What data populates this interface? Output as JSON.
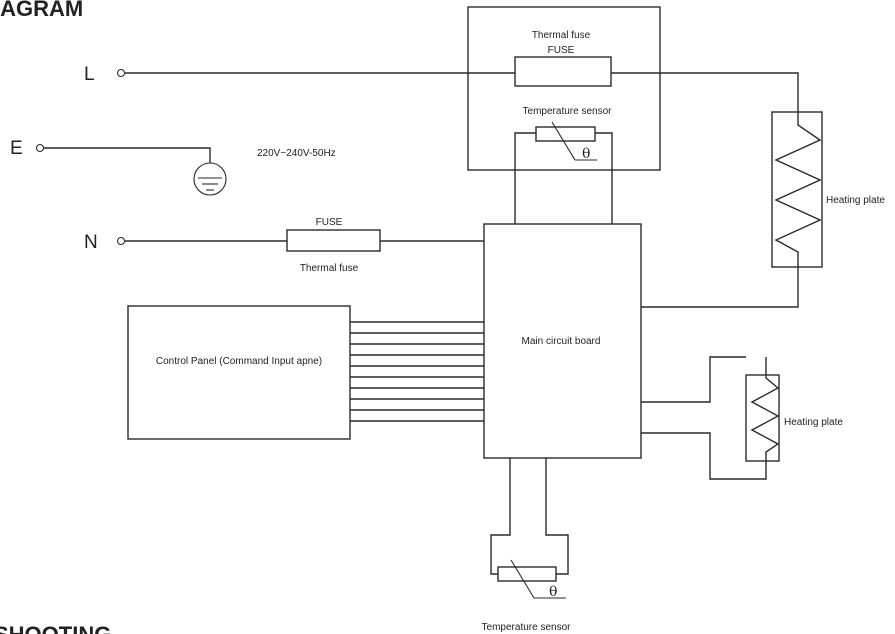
{
  "headings": {
    "top": "IAGRAM",
    "bottom": "SHOOTING"
  },
  "terminals": {
    "live": "L",
    "earth": "E",
    "neutral": "N"
  },
  "supply_voltage": "220V~240V-50Hz",
  "thermal_fuse_module": {
    "title": "Thermal fuse",
    "fuse_label": "FUSE",
    "sensor_label": "Temperature sensor",
    "sensor_symbol": "θ"
  },
  "neutral_fuse": {
    "top_label": "FUSE",
    "bottom_label": "Thermal fuse"
  },
  "main_board": "Main circuit board",
  "control_panel": "Control Panel (Command Input apne)",
  "heating_plate_upper": "Heating plate",
  "heating_plate_lower": "Heating plate",
  "bottom_sensor": {
    "label": "Temperature sensor",
    "symbol": "θ"
  }
}
